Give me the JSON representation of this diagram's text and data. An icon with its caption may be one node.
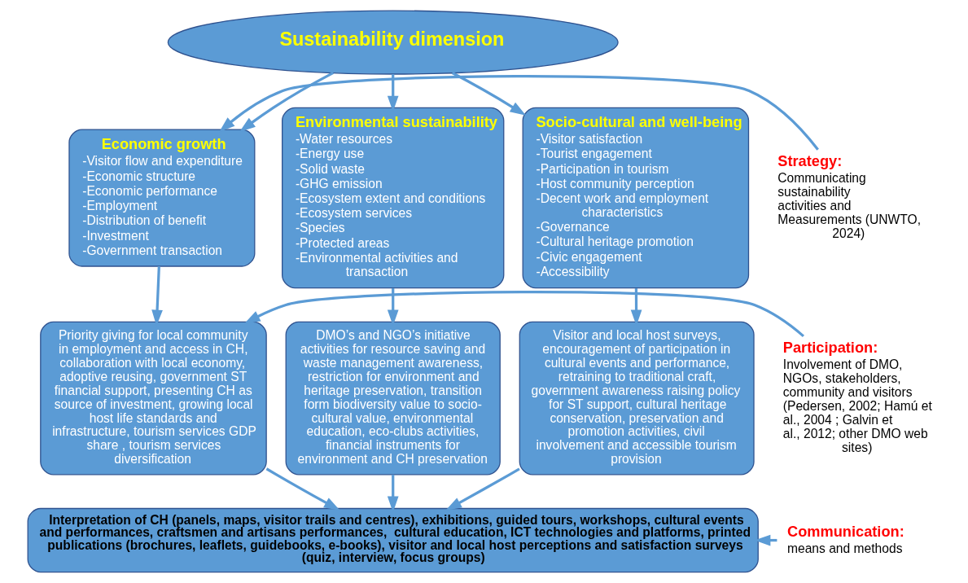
{
  "diagram": {
    "nodes": [
      {
        "text": [
          "Sustainability dimension"
        ]
      },
      {
        "text": [
          "Economic growth",
          "-Visitor flow and expenditure",
          "-Economic structure",
          "-Economic performance",
          "-Employment",
          "-Distribution of benefit",
          "-Investment",
          "-Government transaction"
        ]
      },
      {
        "text": [
          "Environmental sustainability",
          "-Water resources",
          "-Energy use",
          "-Solid waste",
          "-GHG emission",
          "-Ecosystem extent and conditions",
          "-Ecosystem services",
          "-Species",
          "-Protected areas",
          "-Environmental activities and transaction"
        ]
      },
      {
        "text": [
          "Socio-cultural and well-being",
          "-Visitor satisfaction",
          "-Tourist engagement",
          "-Participation in tourism",
          "-Host community perception",
          "-Decent work and employment characteristics",
          "-Governance",
          "-Cultural heritage promotion",
          "-Civic engagement",
          "-Accessibility"
        ]
      },
      {
        "text": [
          "Priority giving for local community in employment and access in CH, collaboration with local economy, adoptive reusing, government ST financial support, presenting CH as source of investment, growing local host life standards and infrastructure, tourism services GDP share , tourism services diversification"
        ]
      },
      {
        "text": [
          "DMO’s and NGO’s initiative activities for resource saving and waste management awareness, restriction for environment and heritage preservation, transition form biodiversity value to socio-cultural value, environmental education, eco-clubs activities, financial instruments for environment and CH preservation"
        ]
      },
      {
        "text": [
          "Visitor and local host surveys, encouragement of participation in cultural events and performance, retraining to traditional craft, government awareness raising policy for ST support, cultural heritage conservation, preservation and promotion activities, civil involvement and accessible tourism provision"
        ]
      },
      {
        "text": [
          "Interpretation of CH (panels, maps, visitor trails and centres), exhibitions, guided tours, workshops, cultural events and performances, craftsmen and artisans performances,  cultural education, ICT technologies and platforms, printed publications (brochures, leaflets, guidebooks, e-books), visitor and local host perceptions and satisfaction surveys (quiz, interview, focus groups)"
        ]
      },
      {
        "text": [
          "Strategy:",
          "Communicating sustainability activities and Measurements (UNWTO, 2024)"
        ]
      },
      {
        "text": [
          "Participation:",
          "Involvement of DMO, NGOs, stakeholders, community and visitors (Pedersen, 2002; Hamú et al., 2004 ; Galvin et al., 2012; other DMO web sites)"
        ]
      },
      {
        "text": [
          "Communication:",
          "means and methods"
        ]
      }
    ],
    "edges": [
      {
        "from": 0,
        "to": 1,
        "arrow": "to"
      },
      {
        "from": 0,
        "to": 2,
        "arrow": "to"
      },
      {
        "from": 0,
        "to": 3,
        "arrow": "to"
      },
      {
        "from": 1,
        "to": 4,
        "arrow": "to"
      },
      {
        "from": 2,
        "to": 5,
        "arrow": "to"
      },
      {
        "from": 3,
        "to": 6,
        "arrow": "to"
      },
      {
        "from": 4,
        "to": 7,
        "arrow": "to"
      },
      {
        "from": 5,
        "to": 7,
        "arrow": "to"
      },
      {
        "from": 6,
        "to": 7,
        "arrow": "to"
      },
      {
        "from": 8,
        "to": 1,
        "arrow": "to"
      },
      {
        "from": 9,
        "to": 4,
        "arrow": "to"
      },
      {
        "from": 10,
        "to": 7,
        "arrow": "to"
      }
    ]
  }
}
